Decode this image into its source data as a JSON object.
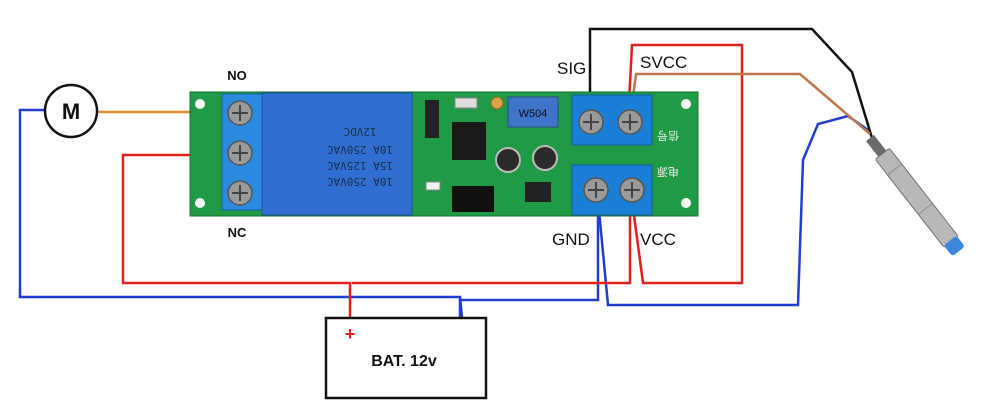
{
  "motor": {
    "label": "M"
  },
  "relay_pins": {
    "no": "NO",
    "nc": "NC"
  },
  "relay_text": {
    "line1": "10A 250VAC",
    "line2": "15A 125VAC",
    "line3": "10A 250VAC",
    "line4": "12VDC"
  },
  "pot_label": "W504",
  "board_labels": {
    "signal_cn": "信号",
    "power_cn": "电源"
  },
  "terminals": {
    "sig": "SIG",
    "svcc": "SVCC",
    "gnd": "GND",
    "vcc": "VCC"
  },
  "battery": {
    "label": "BAT. 12v",
    "plus": "+"
  },
  "colors": {
    "pcb": "#1f9a45",
    "relay": "#2e6fd1",
    "terminal": "#1a7fd6",
    "wire_red": "#e0201a",
    "wire_blue": "#1e3fd0",
    "wire_orange": "#e08a2c",
    "wire_brown": "#b9774a",
    "wire_black": "#111111"
  }
}
